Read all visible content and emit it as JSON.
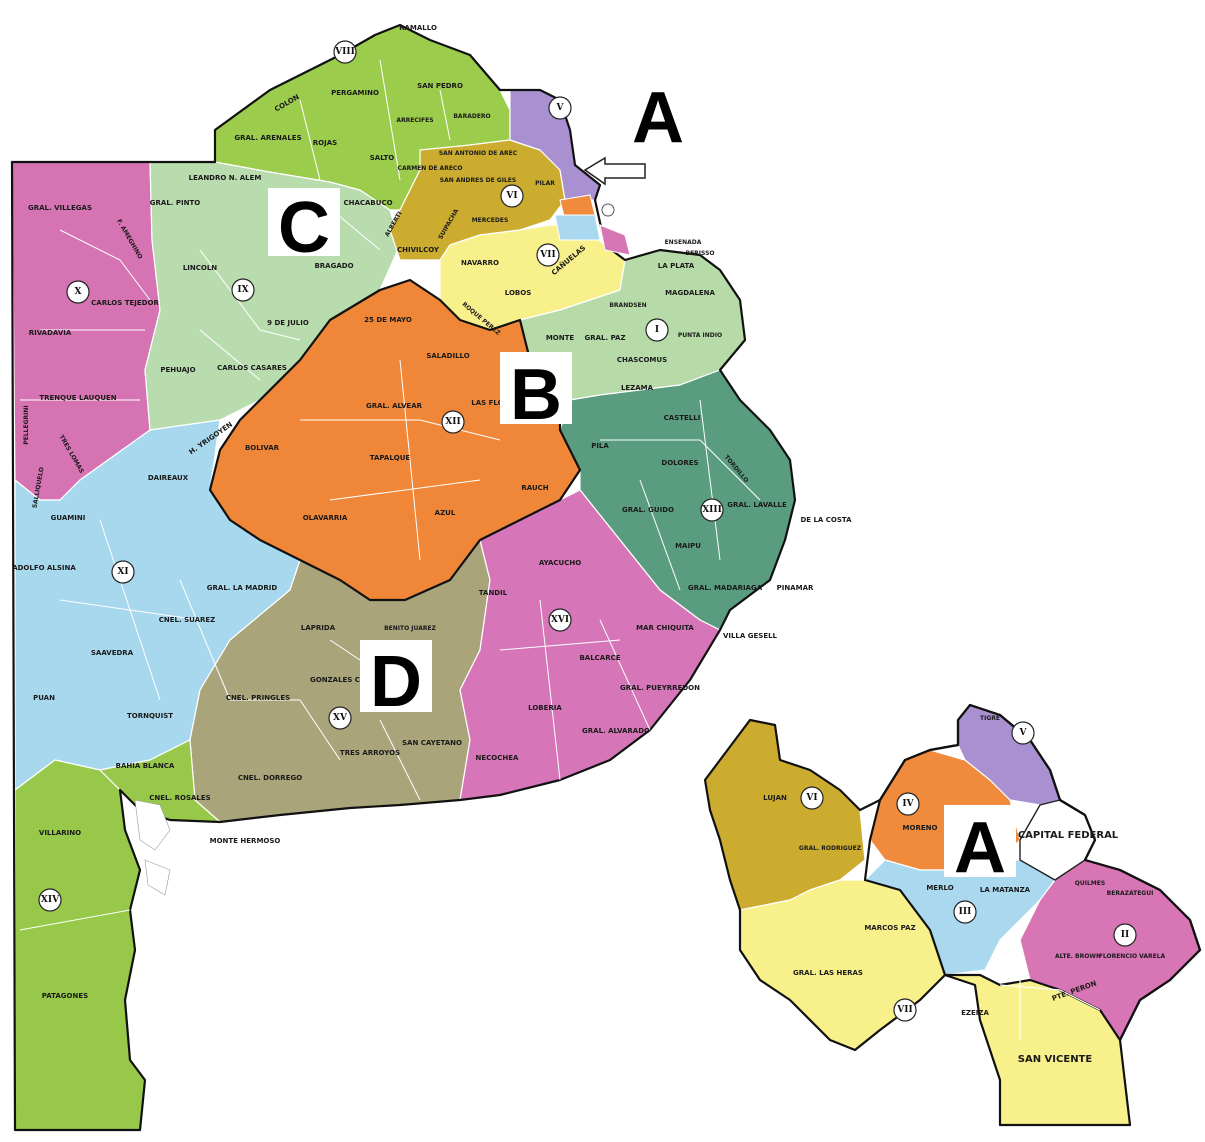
{
  "colors": {
    "section_I_lightgreen": "#b7dba8",
    "section_II_magenta": "#d876b5",
    "section_III_lightblue": "#a9d8ef",
    "section_IV_orange": "#f08a3c",
    "section_V_purple": "#a990d0",
    "section_VI_ochre": "#ccac2e",
    "section_VII_yellow": "#f8f08a",
    "section_VIII_green": "#9ccc4c",
    "section_IX_lightgreen": "#b9dcae",
    "section_X_magenta": "#d673b2",
    "section_XI_lightblue": "#a8d8ee",
    "section_XII_orange": "#f08637",
    "section_XIII_teal": "#5a9c80",
    "section_XIV_green": "#98c84a",
    "section_XV_olive": "#a9a47a",
    "section_XVI_magenta": "#d676b8",
    "section_A_outline": "#111111"
  },
  "big_letters": {
    "A_top": "A",
    "B": "B",
    "C": "C",
    "D": "D",
    "A_inset": "A"
  },
  "sections": {
    "I": "I",
    "II": "II",
    "III": "III",
    "IV": "IV",
    "V": "V",
    "VI": "VI",
    "VII": "VII",
    "VIII": "VIII",
    "IX": "IX",
    "X": "X",
    "XI": "XI",
    "XII": "XII",
    "XIII": "XIII",
    "XIV": "XIV",
    "XV": "XV",
    "XVI": "XVI"
  },
  "districts": {
    "ramallo": "RAMALLO",
    "pergamino": "PERGAMINO",
    "san_pedro": "SAN PEDRO",
    "colon": "COLON",
    "arrecifes": "ARRECIFES",
    "baradero": "BARADERO",
    "gral_arenales": "GRAL. ARENALES",
    "rojas": "ROJAS",
    "salto": "SALTO",
    "leandro_n_alem": "LEANDRO N. ALEM",
    "gral_pinto": "GRAL. PINTO",
    "chacabuco": "CHACABUCO",
    "carmen_de_areco": "CARMEN DE ARECO",
    "san_antonio_de_areco": "SAN ANTONIO DE AREC",
    "san_andres_de_giles": "SAN ANDRES DE GILES",
    "pilar": "PILAR",
    "mercedes": "MERCEDES",
    "suipacha": "SUIPACHA",
    "chivilcoy": "CHIVILCOY",
    "lincoln": "LINCOLN",
    "alberti": "ALBERTI",
    "bragado": "BRAGADO",
    "navarro": "NAVARRO",
    "canuelas": "CAÑUELAS",
    "ensenada": "ENSENADA",
    "berisso": "BERISSO",
    "la_plata": "LA PLATA",
    "gral_villegas": "GRAL. VILLEGAS",
    "f_ameghino": "F. AMEGHINO",
    "carlos_tejedor": "CARLOS TEJEDOR",
    "rivadavia": "RIVADAVIA",
    "trenque_lauquen": "TRENQUE LAUQUEN",
    "pellegrini": "PELLEGRINI",
    "tres_lomas": "TRES LOMAS",
    "salliquelo": "SALLIQUELO",
    "nueve_de_julio": "9 DE JULIO",
    "pehuajo": "PEHUAJO",
    "carlos_casares": "CARLOS CASARES",
    "veinticinco_de_mayo": "25 DE MAYO",
    "lobos": "LOBOS",
    "roque_perez": "ROQUE PEREZ",
    "monte": "MONTE",
    "gral_paz": "GRAL. PAZ",
    "brandsen": "BRANDSEN",
    "magdalena": "MAGDALENA",
    "punta_indio": "PUNTA INDIO",
    "chascomus": "CHASCOMUS",
    "saladillo": "SALADILLO",
    "gral_alvear": "GRAL. ALVEAR",
    "las_flores": "LAS FLORES",
    "h_yrigoyen": "H. YRIGOYEN",
    "bolivar": "BOLIVAR",
    "tapalque": "TAPALQUE",
    "azul": "AZUL",
    "olavarria": "OLAVARRIA",
    "rauch": "RAUCH",
    "daireaux": "DAIREAUX",
    "guamini": "GUAMINI",
    "adolfo_alsina": "ADOLFO ALSINA",
    "gral_la_madrid": "GRAL. LA MADRID",
    "cnel_suarez": "CNEL. SUAREZ",
    "saavedra": "SAAVEDRA",
    "puan": "PUAN",
    "tornquist": "TORNQUIST",
    "bahia_blanca": "BAHIA BLANCA",
    "cnel_rosales": "CNEL. ROSALES",
    "monte_hermoso": "MONTE HERMOSO",
    "villarino": "VILLARINO",
    "patagones": "PATAGONES",
    "lezama": "LEZAMA",
    "castelli": "CASTELLI",
    "pila": "PILA",
    "dolores": "DOLORES",
    "tordillo": "TORDILLO",
    "gral_guido": "GRAL. GUIDO",
    "gral_lavalle": "GRAL. LAVALLE",
    "maipu": "MAIPU",
    "de_la_costa": "DE LA COSTA",
    "gral_madariaga": "GRAL. MADARIAGA",
    "pinamar": "PINAMAR",
    "villa_gesell": "VILLA GESELL",
    "laprida": "LAPRIDA",
    "benito_juarez": "BENITO JUAREZ",
    "gonzales_chaves": "GONZALES CHAVES",
    "cnel_pringles": "CNEL. PRINGLES",
    "cnel_dorrego": "CNEL. DORREGO",
    "tres_arroyos": "TRES ARROYOS",
    "san_cayetano": "SAN CAYETANO",
    "tandil": "TANDIL",
    "ayacucho": "AYACUCHO",
    "mar_chiquita": "MAR CHIQUITA",
    "balcarce": "BALCARCE",
    "gral_pueyrredon": "GRAL. PUEYRREDON",
    "loberia": "LOBERIA",
    "gral_alvarado": "GRAL. ALVARADO",
    "necochea": "NECOCHEA"
  },
  "inset_districts": {
    "lujan": "LUJAN",
    "gral_rodriguez": "GRAL. RODRIGUEZ",
    "moreno": "MORENO",
    "merlo": "MERLO",
    "la_matanza": "LA MATANZA",
    "marcos_paz": "MARCOS PAZ",
    "gral_las_heras": "GRAL. LAS HERAS",
    "ezeiza": "EZEIZA",
    "pte_peron": "PTE. PERON",
    "san_vicente": "SAN VICENTE",
    "capital_federal": "CAPITAL FEDERAL",
    "quilmes": "QUILMES",
    "berazategui": "BERAZATEGUI",
    "fcio_varela": "FLORENCIO VARELA",
    "alte_brown": "ALTE. BROWN",
    "tigre": "TIGRE"
  }
}
